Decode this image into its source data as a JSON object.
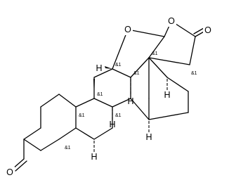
{
  "atoms": {
    "o_bridge": "O",
    "o_lactone": "O",
    "o_lactone_carbonyl": "O",
    "o_ketone": "O",
    "h_c11": "H",
    "h_c14": "H",
    "h_c8": "H",
    "h_c9": "H",
    "h_c5": "H",
    "h_c13": "H"
  },
  "stereo_labels": {
    "c17": "&1",
    "c13": "&1",
    "c11": "&1",
    "c8": "&1",
    "c9": "&1",
    "c14": "&1",
    "c10": "&1",
    "c5": "&1"
  }
}
